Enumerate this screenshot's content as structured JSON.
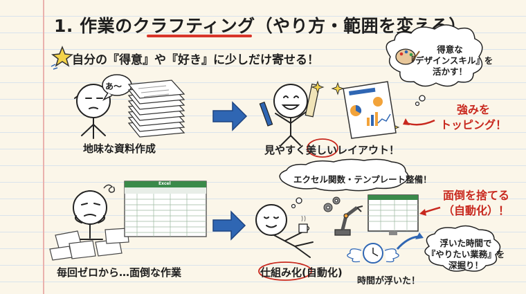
{
  "title": "1. 作業のクラフティング（やり方・範囲を変える）",
  "subtitle": "自分の『得意』や『好き』に少しだけ寄せる！",
  "top_row": {
    "bored_speech": "あ～",
    "before_caption": "地味な資料作成",
    "after_caption": "見やすく美しいレイアウト！",
    "thought_lines": [
      "得意な",
      "『デザインスキル』を",
      "活かす！"
    ],
    "topping_lines": [
      "強みを",
      "トッピング！"
    ]
  },
  "bottom_row": {
    "spreadsheet_title": "Excel",
    "before_caption": "毎回ゼロから…面倒な作業",
    "thought_text": "エクセル関数・テンプレート整備！",
    "discard_lines": [
      "面倒を捨てる",
      "（自動化）！"
    ],
    "after_caption": "仕組み化(自動化)",
    "time_caption": "時間が浮いた！",
    "dig_lines": [
      "浮いた時間で",
      "『やりたい業務』を",
      "深掘り！"
    ]
  },
  "colors": {
    "accent_red": "#c8281e",
    "arrow_blue": "#2f66b3",
    "paper": "#fbf6e9"
  }
}
